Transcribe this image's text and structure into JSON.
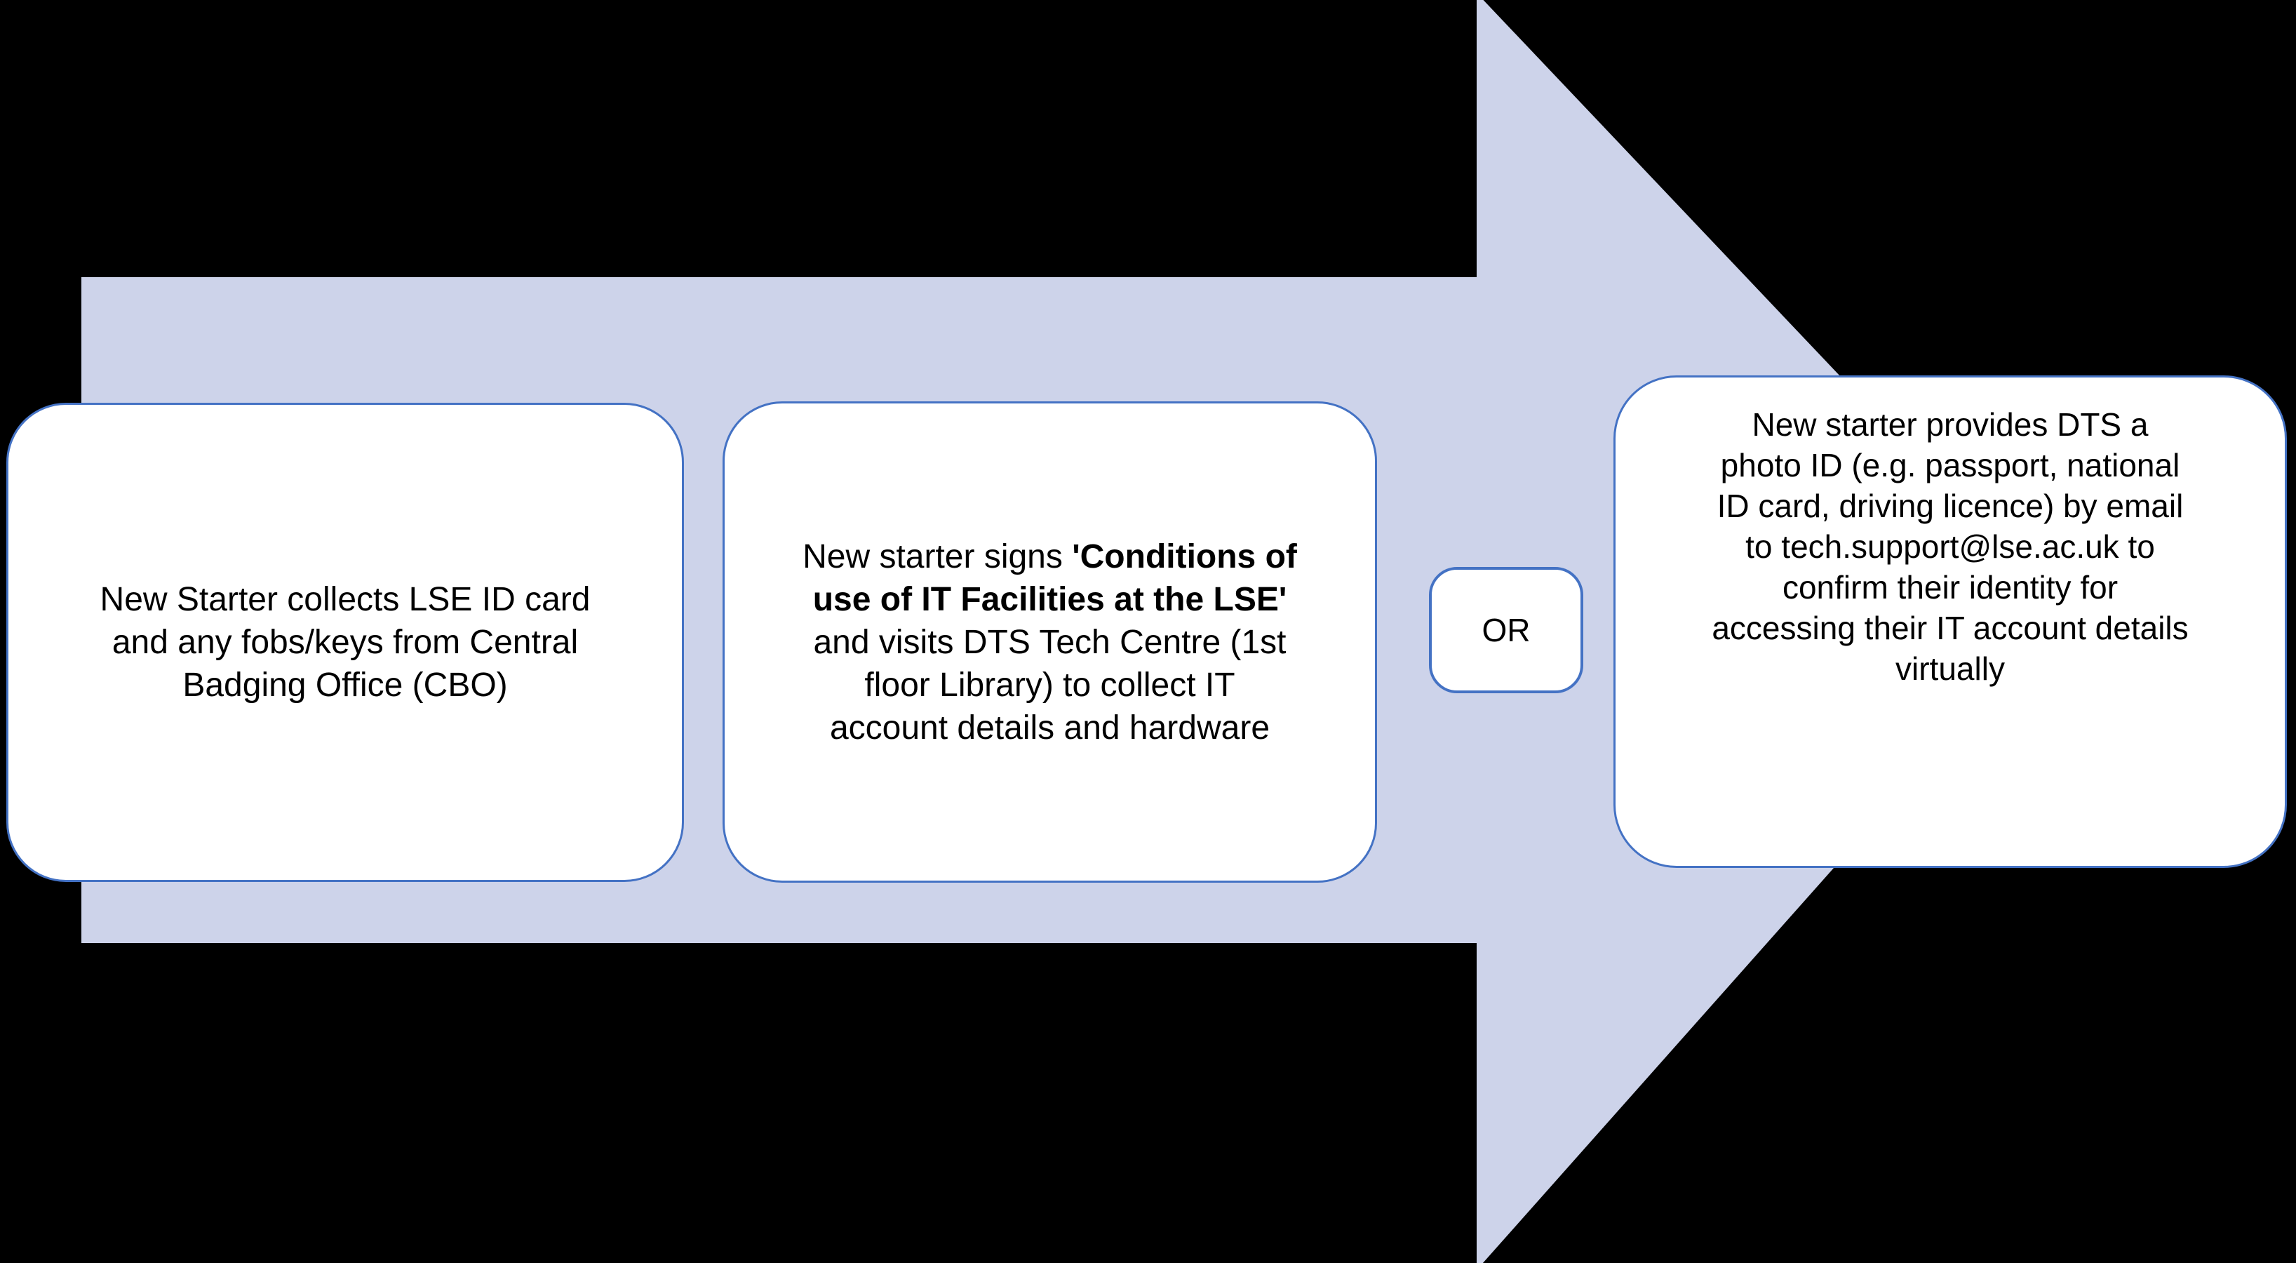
{
  "diagram": {
    "background": "#000000",
    "arrow": {
      "fill": "#CDD3EA",
      "direction": "right"
    },
    "colors": {
      "box_border": "#4472C4",
      "box_fill": "#FFFFFF",
      "arrow_fill": "#CDD3EA",
      "text": "#000000"
    },
    "steps": {
      "step1": {
        "text": "New Starter collects LSE ID card\nand any fobs/keys from Central\nBadging Office (CBO)"
      },
      "step2": {
        "text_start": "New starter signs ",
        "text_bold": "'Conditions of\nuse of IT Facilities at the LSE'",
        "text_end": "\nand visits DTS Tech Centre (1st\nfloor Library) to collect IT\naccount details and hardware"
      },
      "or_label": "OR",
      "step3": {
        "text": "New starter provides DTS a\nphoto ID (e.g. passport, national\nID card, driving licence) by email\nto tech.support@lse.ac.uk to\nconfirm their identity for\naccessing their IT account details\nvirtually"
      }
    }
  }
}
